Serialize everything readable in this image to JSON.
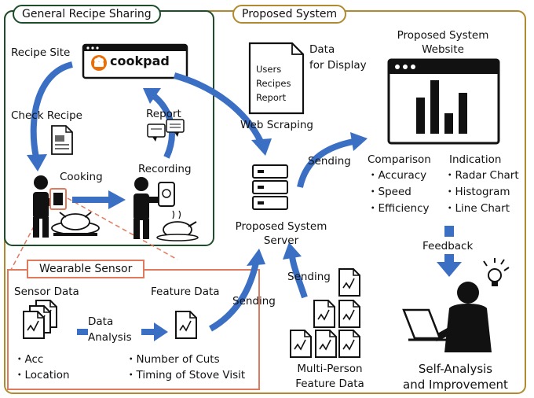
{
  "frames": {
    "general_title": "General Recipe Sharing",
    "proposed_title": "Proposed System",
    "sensor_title": "Wearable Sensor"
  },
  "recipe_site": {
    "label": "Recipe Site",
    "brand": "cookpad"
  },
  "steps": {
    "check_recipe": "Check Recipe",
    "report": "Report",
    "cooking": "Cooking",
    "recording": "Recording"
  },
  "data_doc": {
    "title_line1": "Data",
    "title_line2": "for Display",
    "lines": [
      "Users",
      "Recipes",
      "Report"
    ]
  },
  "flows": {
    "web_scraping": "Web Scraping",
    "sending_top": "Sending",
    "sending_left": "Sending",
    "sending_bottom": "Sending",
    "feedback": "Feedback",
    "data_analysis_line1": "Data",
    "data_analysis_line2": "Analysis"
  },
  "server": {
    "line1": "Proposed System",
    "line2": "Server"
  },
  "website": {
    "line1": "Proposed System",
    "line2": "Website"
  },
  "comparison": {
    "heading": "Comparison",
    "items": [
      "・Accuracy",
      "・Speed",
      "・Efficiency"
    ]
  },
  "indication": {
    "heading": "Indication",
    "items": [
      "・Radar Chart",
      "・Histogram",
      "・Line Chart"
    ]
  },
  "sensor": {
    "sensor_data": "Sensor Data",
    "feature_data": "Feature Data",
    "sensor_items": [
      "・Acc",
      "・Location"
    ],
    "feature_items": [
      "・Number of Cuts",
      "・Timing of Stove Visit"
    ]
  },
  "multi_person": {
    "line1": "Multi-Person",
    "line2": "Feature Data"
  },
  "self_analysis": {
    "line1": "Self-Analysis",
    "line2": "and Improvement"
  },
  "colors": {
    "arrow_blue": "#3a6fc4",
    "green_frame": "#1e4d2b",
    "gold_frame": "#b08a2e",
    "sensor_frame": "#e07a5f",
    "cookpad_orange": "#e8700a"
  }
}
